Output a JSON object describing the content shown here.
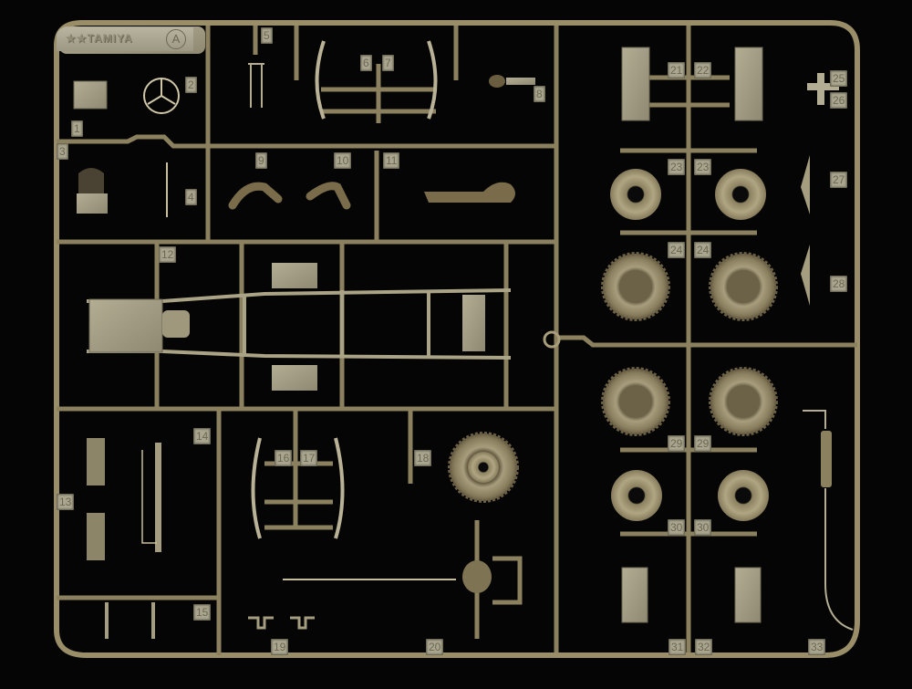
{
  "subject": "Plastic model kit sprue (runner A) on black background",
  "colors": {
    "background": "#050505",
    "runner": "#8a7d5a",
    "runner_highlight": "#c4b890",
    "part": "#a39d84",
    "tag": "#a9a58e",
    "tag_text": "#6b6752"
  },
  "brand": {
    "logo_text": "TAMIYA",
    "stars": "★★",
    "runner_letter": "A"
  },
  "part_tags": [
    {
      "id": "1",
      "label": "1"
    },
    {
      "id": "2",
      "label": "2"
    },
    {
      "id": "3",
      "label": "3"
    },
    {
      "id": "4",
      "label": "4"
    },
    {
      "id": "5",
      "label": "5"
    },
    {
      "id": "6",
      "label": "6"
    },
    {
      "id": "7",
      "label": "7"
    },
    {
      "id": "8",
      "label": "8"
    },
    {
      "id": "9",
      "label": "9"
    },
    {
      "id": "10",
      "label": "10"
    },
    {
      "id": "11",
      "label": "11"
    },
    {
      "id": "12",
      "label": "12"
    },
    {
      "id": "13",
      "label": "13"
    },
    {
      "id": "14",
      "label": "14"
    },
    {
      "id": "15",
      "label": "15"
    },
    {
      "id": "16",
      "label": "16"
    },
    {
      "id": "17",
      "label": "17"
    },
    {
      "id": "18",
      "label": "18"
    },
    {
      "id": "19",
      "label": "19"
    },
    {
      "id": "20",
      "label": "20"
    },
    {
      "id": "21",
      "label": "21"
    },
    {
      "id": "22",
      "label": "22"
    },
    {
      "id": "23a",
      "label": "23"
    },
    {
      "id": "23b",
      "label": "23"
    },
    {
      "id": "24a",
      "label": "24"
    },
    {
      "id": "24b",
      "label": "24"
    },
    {
      "id": "25",
      "label": "25"
    },
    {
      "id": "26",
      "label": "26"
    },
    {
      "id": "27",
      "label": "27"
    },
    {
      "id": "28",
      "label": "28"
    },
    {
      "id": "29a",
      "label": "29"
    },
    {
      "id": "29b",
      "label": "29"
    },
    {
      "id": "30a",
      "label": "30"
    },
    {
      "id": "30b",
      "label": "30"
    },
    {
      "id": "31",
      "label": "31"
    },
    {
      "id": "32",
      "label": "32"
    },
    {
      "id": "33",
      "label": "33"
    }
  ],
  "parts": [
    "seat-cushion",
    "steering-wheel",
    "seat",
    "gear-lever",
    "pedal",
    "leaf-spring-left",
    "leaf-spring-right",
    "figure-head",
    "figure-arm-left",
    "figure-arm-right",
    "figure-body",
    "chassis-frame",
    "fuel-tank-top",
    "fuel-tank-bottom",
    "mudflap-pair",
    "bumper",
    "step-bracket",
    "front-leaf-springs",
    "spare-wheel",
    "brackets",
    "rear-axle-driveshaft",
    "seat-back-left",
    "seat-back-right",
    "wheel-inner-pair",
    "tire-pair-upper",
    "mirror-bracket",
    "headlight",
    "lamp",
    "tire-pair-lower",
    "hub-pair",
    "mudguard-left",
    "mudguard-right",
    "exhaust-pipe"
  ]
}
